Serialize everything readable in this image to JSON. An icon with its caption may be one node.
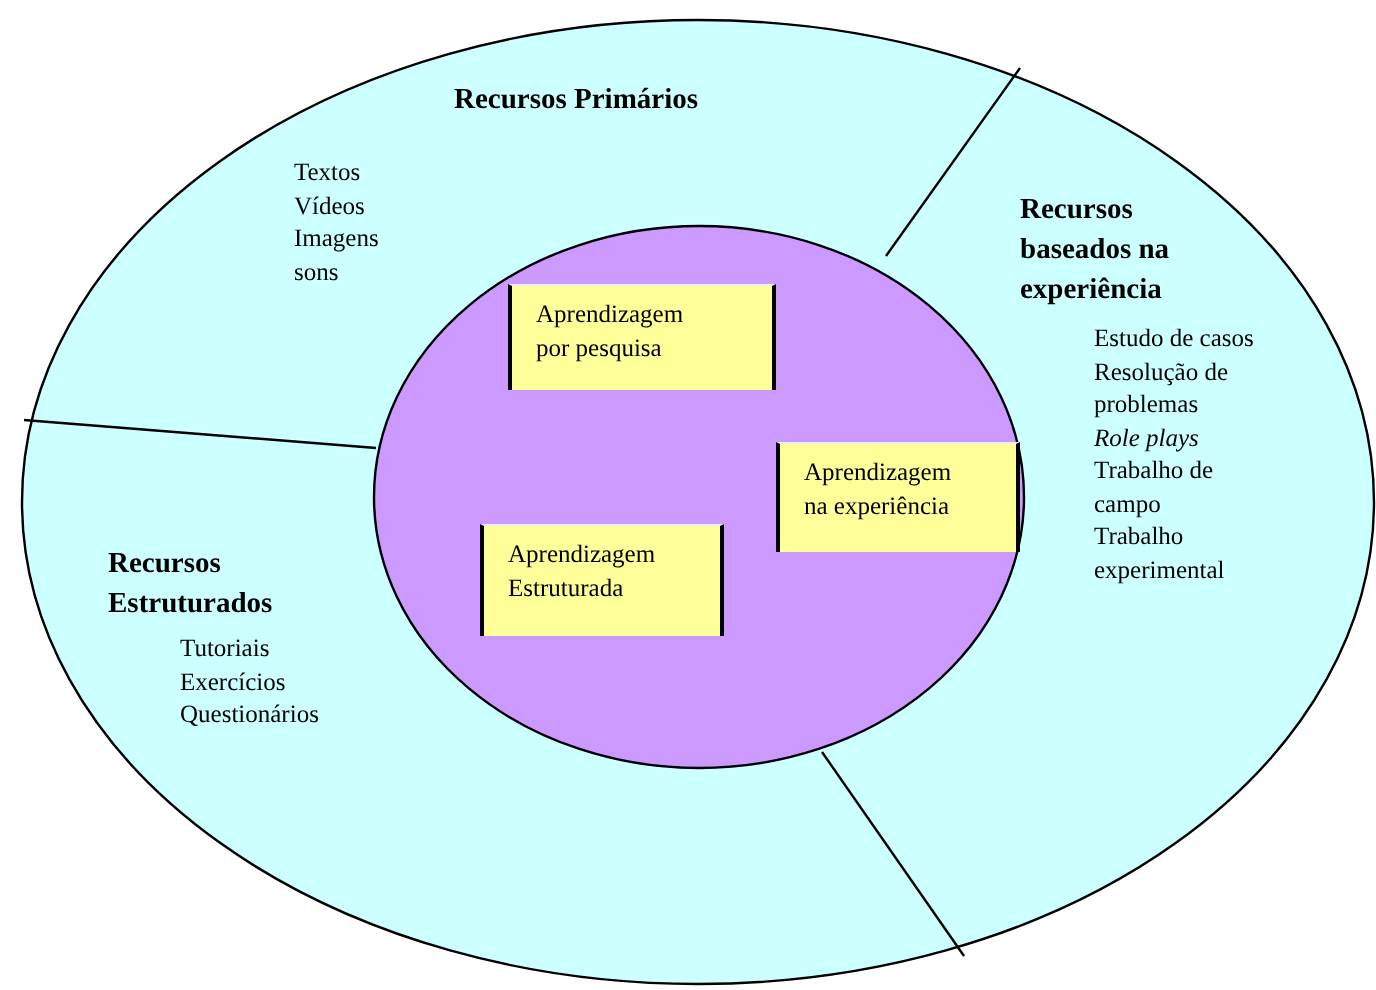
{
  "diagram": {
    "nodes": [
      {
        "text": [
          "Recursos Primários",
          "Textos",
          "Vídeos",
          "Imagens",
          "sons"
        ]
      },
      {
        "text": [
          "Recursos baseados na experiência",
          "Estudo de casos",
          "Resolução de problemas",
          "*Role plays*",
          "Trabalho de campo",
          "Trabalho experimental"
        ]
      },
      {
        "text": [
          "Recursos Estruturados",
          "Tutoriais",
          "Exercícios",
          "Questionários"
        ]
      },
      {
        "text": [],
        "shape": "circle"
      },
      {
        "text": [
          "Aprendizagem por pesquisa"
        ],
        "in": 3
      },
      {
        "text": [
          "Aprendizagem na experiência"
        ],
        "in": 3
      },
      {
        "text": [
          "Aprendizagem Estruturada"
        ],
        "in": 3
      }
    ],
    "edges": []
  }
}
